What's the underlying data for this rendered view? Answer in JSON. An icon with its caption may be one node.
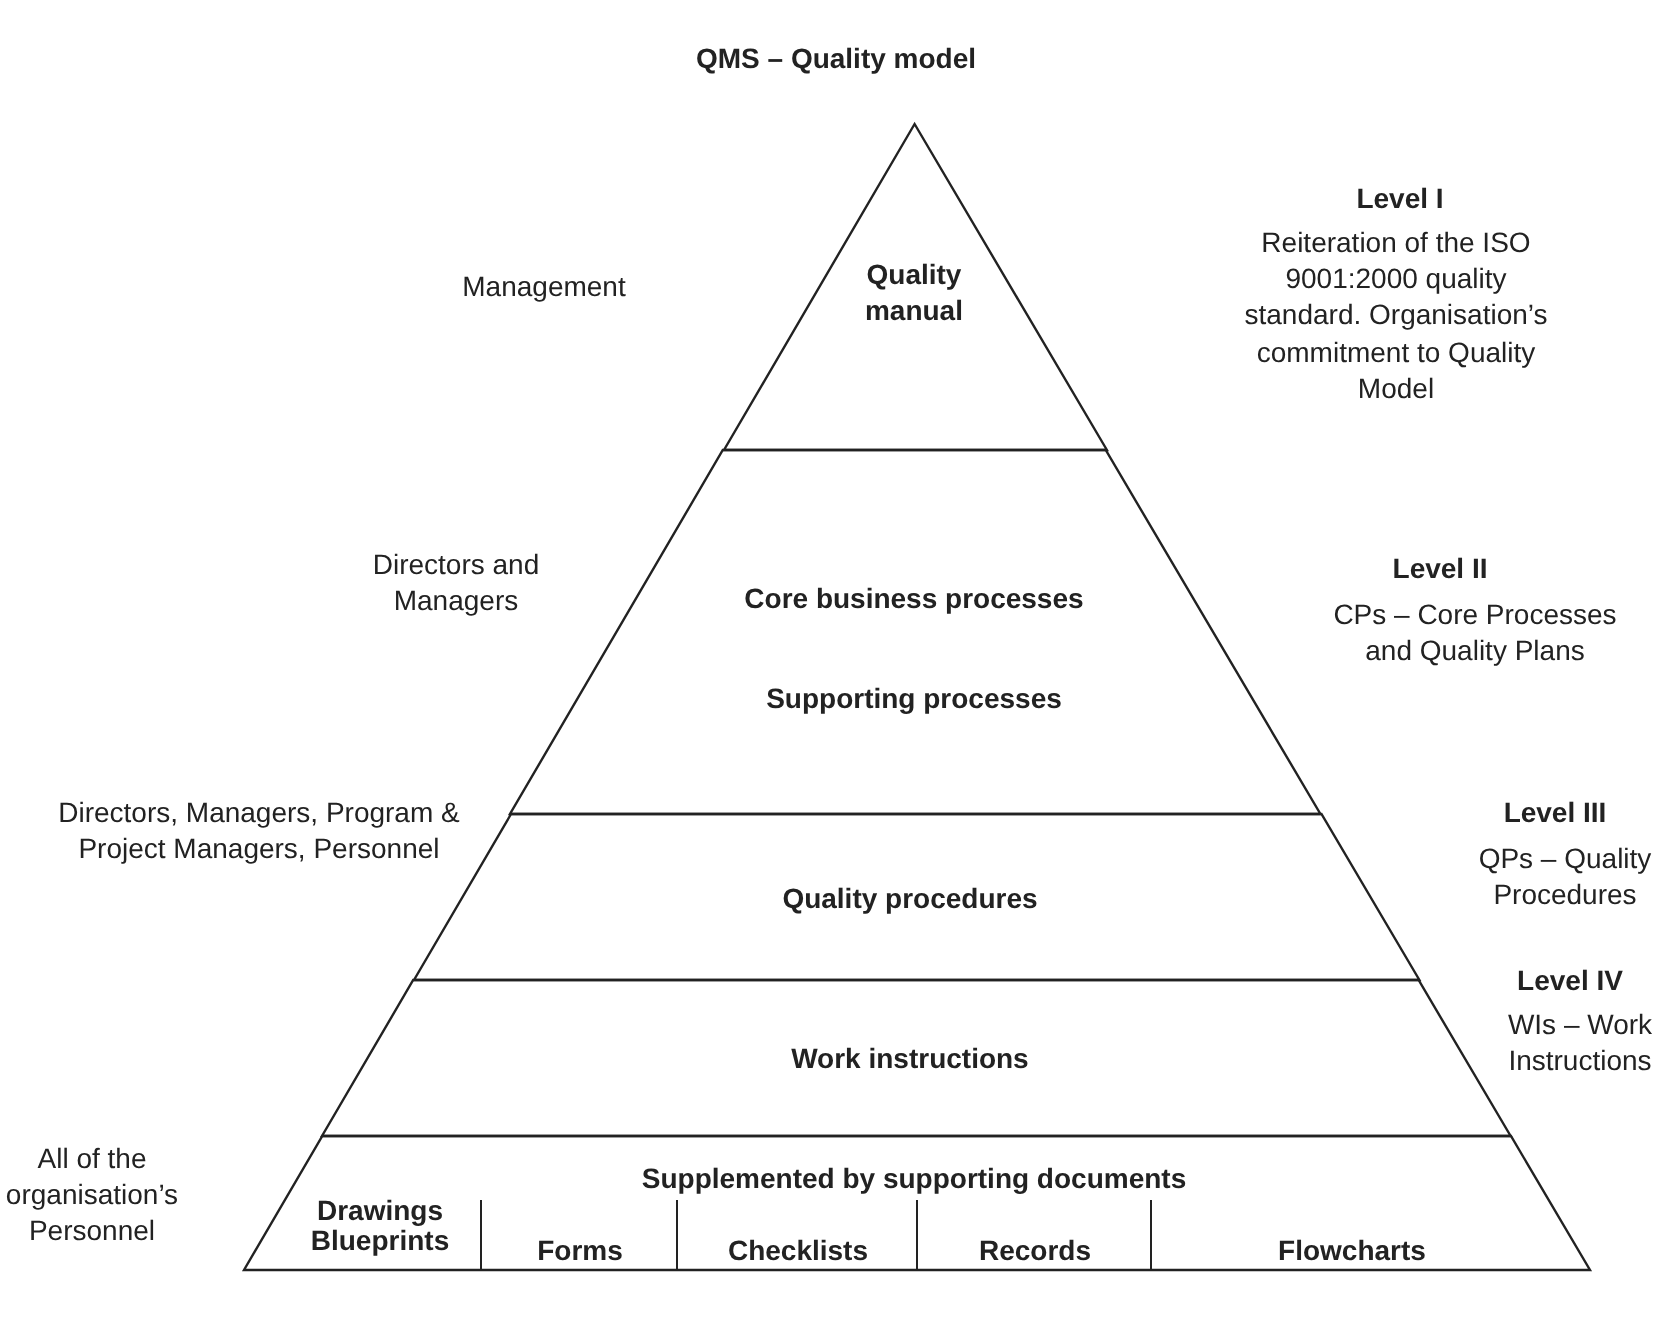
{
  "diagram": {
    "title": "QMS – Quality model",
    "nodes": [
      {
        "text": [
          "Quality manual"
        ],
        "beside": [
          "Management",
          "Level I",
          "Reiteration of the ISO 9001:2000 quality standard. Organisation’s commitment to Quality Model"
        ]
      },
      {
        "text": [
          "Core business processes",
          "Supporting processes"
        ],
        "beside": [
          "Directors and Managers",
          "Level II",
          "CPs – Core Processes and Quality Plans"
        ]
      },
      {
        "text": [
          "Quality procedures"
        ],
        "beside": [
          "Directors, Managers, Program & Project Managers, Personnel",
          "Level III",
          "QPs – Quality Procedures"
        ]
      },
      {
        "text": [
          "Work instructions"
        ],
        "beside": [
          "Level IV",
          "WIs – Work Instructions"
        ]
      },
      {
        "text": [
          "Supplemented by supporting documents"
        ],
        "beside": [
          "All of the organisation’s Personnel"
        ]
      },
      {
        "text": [
          "Drawings Blueprints"
        ],
        "in": 4
      },
      {
        "text": [
          "Forms"
        ],
        "in": 4
      },
      {
        "text": [
          "Checklists"
        ],
        "in": 4
      },
      {
        "text": [
          "Records"
        ],
        "in": 4
      },
      {
        "text": [
          "Flowcharts"
        ],
        "in": 4
      }
    ]
  }
}
